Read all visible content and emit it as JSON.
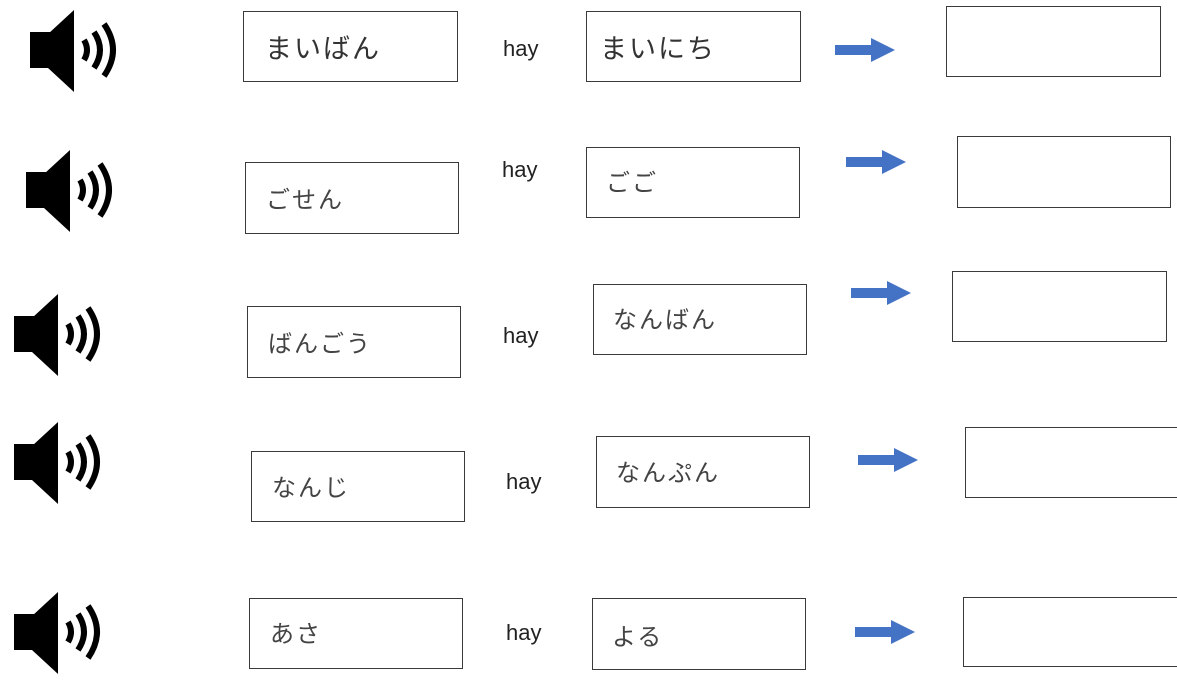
{
  "connector": "hay",
  "rows": [
    {
      "left": "まいばん",
      "right": "まいにち"
    },
    {
      "left": "ごせん",
      "right": "ごご"
    },
    {
      "left": "ばんごう",
      "right": "なんばん"
    },
    {
      "left": "なんじ",
      "right": "なんぷん"
    },
    {
      "left": "あさ",
      "right": "よる"
    }
  ],
  "colors": {
    "arrow": "#4472c4",
    "ink": "#000000"
  },
  "icons": {
    "speaker": "speaker-volume-icon",
    "arrow": "right-arrow-icon"
  }
}
